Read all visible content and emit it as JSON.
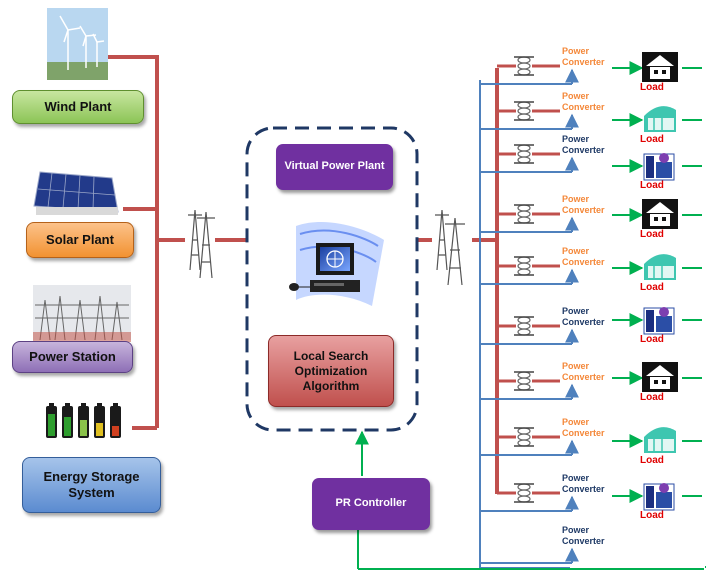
{
  "sources": [
    {
      "label": "Wind Plant",
      "icon": "wind-turbine-icon"
    },
    {
      "label": "Solar Plant",
      "icon": "solar-panel-icon"
    },
    {
      "label": "Power Station",
      "icon": "power-station-icon"
    },
    {
      "label": "Energy Storage System",
      "icon": "battery-icon"
    }
  ],
  "center": {
    "vpp_label": "Virtual Power Plant",
    "algorithm_label": "Local Search Optimization Algorithm",
    "controller_label": "PR Controller"
  },
  "branches": [
    {
      "converter": "Power Converter",
      "converter_style": "orange",
      "load": "Load",
      "load_icon": "house-icon"
    },
    {
      "converter": "Power Converter",
      "converter_style": "orange",
      "load": "Load",
      "load_icon": "office-building-icon"
    },
    {
      "converter": "Power Converter",
      "converter_style": "blue",
      "load": "Load",
      "load_icon": "factory-icon"
    },
    {
      "converter": "Power Converter",
      "converter_style": "orange",
      "load": "Load",
      "load_icon": "house-icon"
    },
    {
      "converter": "Power Converter",
      "converter_style": "orange",
      "load": "Load",
      "load_icon": "office-building-icon"
    },
    {
      "converter": "Power Converter",
      "converter_style": "blue",
      "load": "Load",
      "load_icon": "factory-icon"
    },
    {
      "converter": "Power Converter",
      "converter_style": "orange",
      "load": "Load",
      "load_icon": "house-icon"
    },
    {
      "converter": "Power Converter",
      "converter_style": "orange",
      "load": "Load",
      "load_icon": "office-building-icon"
    },
    {
      "converter": "Power Converter",
      "converter_style": "blue",
      "load": "Load",
      "load_icon": "factory-icon"
    },
    {
      "converter": "Power Converter",
      "converter_style": "blue",
      "load": "",
      "load_icon": ""
    }
  ],
  "icons": {
    "transmission_tower": "transmission-tower-icon",
    "computer": "computer-icon",
    "transformer": "transformer-icon"
  },
  "colors": {
    "power_line": "#c0504d",
    "signal_line": "#4f81bd",
    "load_line": "#00b050",
    "vpp_border": "#1f3864",
    "purple": "#7030a0",
    "load_text": "#e00000",
    "converter_orange": "#f4883a",
    "converter_blue": "#1f3a66"
  }
}
